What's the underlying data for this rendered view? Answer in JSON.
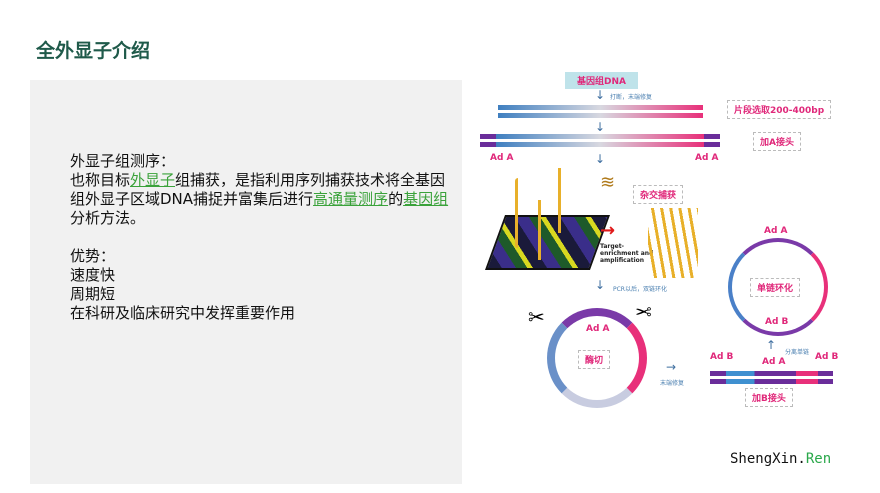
{
  "slide": {
    "title": "全外显子介绍",
    "heading": "外显子组测序：",
    "para": {
      "p1": "也称目标",
      "link1": "外显子",
      "p2": "组捕获，是指利用序列捕获技术将全基因组外显子区域DNA捕捉并富集后进行",
      "link2": "高通量测序",
      "p3": "的",
      "link3": "基因组",
      "p4": "分析方法。"
    },
    "advantages_title": "优势：",
    "advantages": [
      "速度快",
      "周期短",
      "在科研及临床研究中发挥重要作用"
    ]
  },
  "diagram": {
    "genomic_dna": "基因组DNA",
    "step_break": "打断，末端修复",
    "fragment_select": "片段选取200-400bp",
    "add_a_adapter": "加A接头",
    "ad_a": "Ad A",
    "ad_b": "Ad B",
    "hybrid_capture": "杂交捕获",
    "target_enrichment": "Target-enrichment and amplification",
    "pcr_circularize": "PCR以后，双链环化",
    "enzyme_cut": "酶切",
    "end_repair": "末端修复",
    "add_b_adapter": "加B接头",
    "separate_single": "分离单链",
    "single_circularize": "单链环化"
  },
  "brand": {
    "part1": "ShengXin.",
    "part2": "Ren"
  },
  "colors": {
    "title": "#1f5a4a",
    "link": "#3aa23a",
    "label": "#e0287a",
    "panel": "#f1f1f1"
  }
}
